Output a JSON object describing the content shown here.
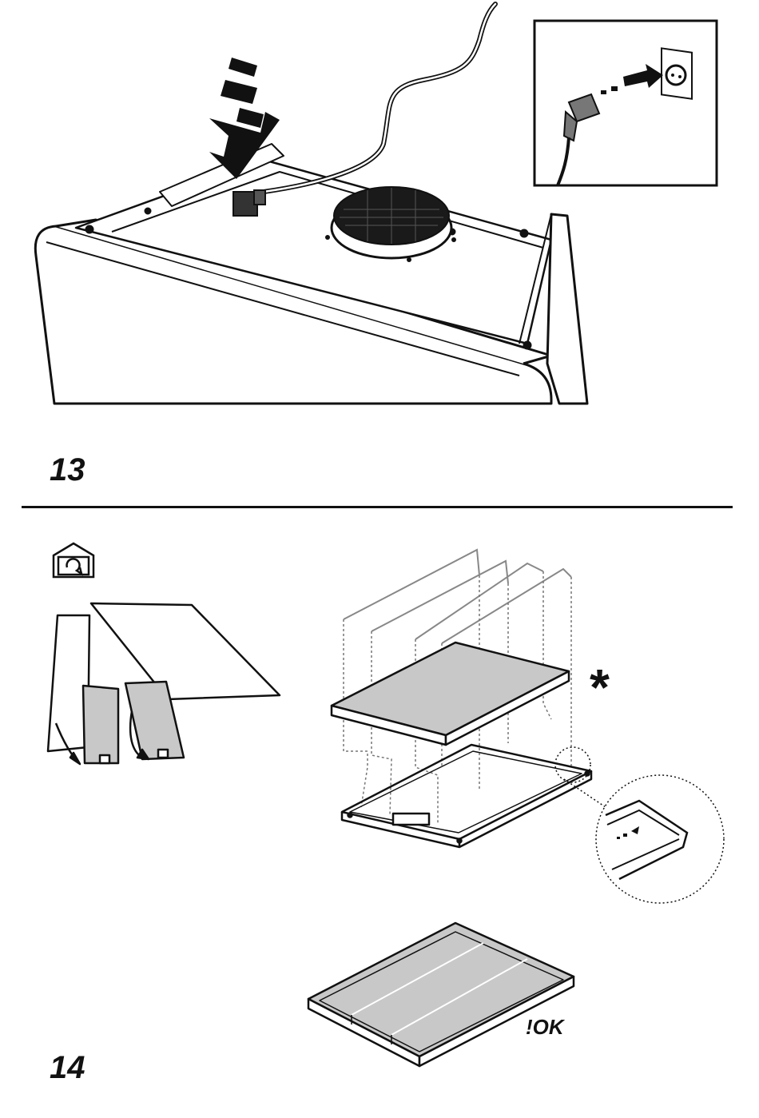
{
  "figures": [
    {
      "number": "13"
    },
    {
      "number": "14",
      "ok_label": "!OK",
      "asterisk": "*"
    }
  ],
  "icons": {
    "plug_to_socket": "plug-into-socket-icon",
    "recirculation_mode": "house-recirculation-icon"
  },
  "colors": {
    "line": "#111111",
    "filter_fill": "#c8c8c8",
    "panel_fill": "#ffffff"
  }
}
